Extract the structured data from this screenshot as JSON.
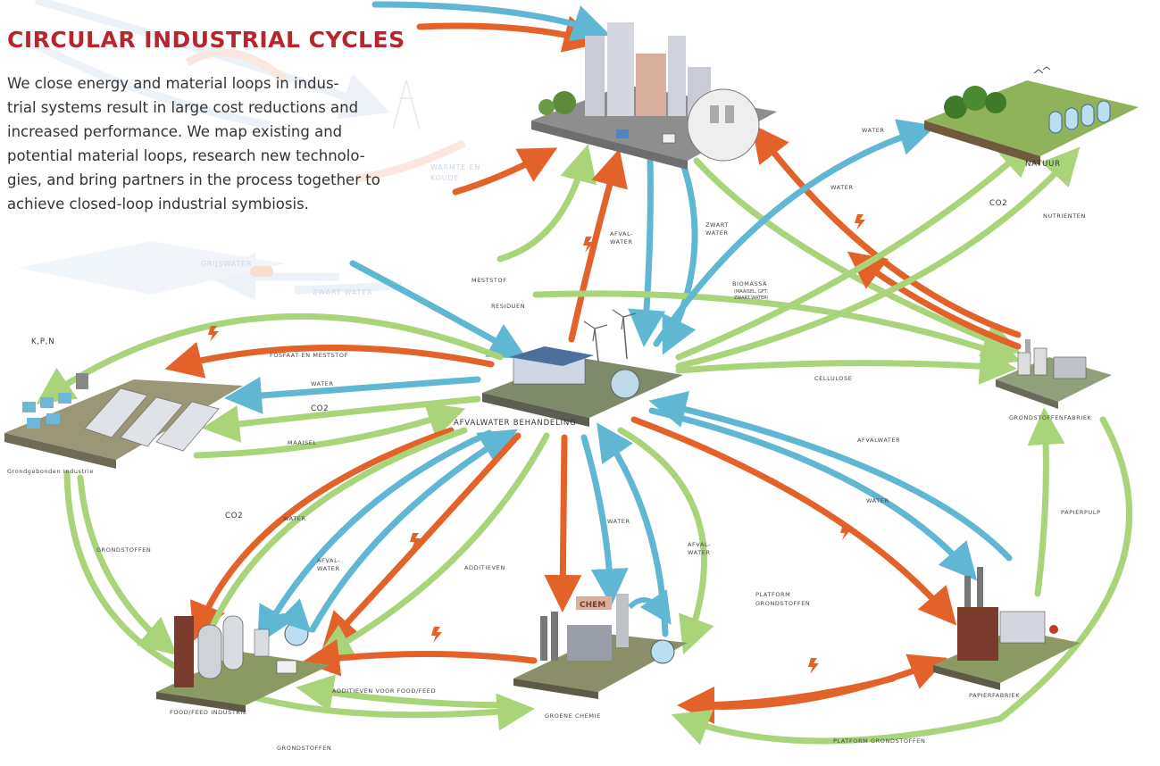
{
  "header": {
    "title": "CIRCULAR INDUSTRIAL CYCLES",
    "intro_lines": [
      "We close energy and material loops in indus-",
      "trial systems result in large cost reductions and",
      "increased performance. We map existing and",
      "potential material loops, research new technolo-",
      "gies, and bring partners in the process together to",
      "achieve closed-loop industrial symbiosis."
    ]
  },
  "colors": {
    "energy": "#e2622a",
    "water": "#5fb7d4",
    "material": "#a9d47a",
    "title": "#b7262c"
  },
  "nodes": {
    "wwtp": "AFVALWATER BEHANDELING",
    "natuur": "NATUUR",
    "grondstoffenfabriek": "GRONDSTOFFENFABRIEK",
    "grondgebonden": "Grondgebonden Industrie",
    "food": "FOOD/FEED INDUSTRIE",
    "chemie": "GROENE CHEMIE",
    "papier": "PAPIERFABRIEK",
    "chem_sign": "CHEM"
  },
  "flows": {
    "water_top": "WATER",
    "water_mid": "WATER",
    "co2_nature": "CO2",
    "nutrienten": "NUTRIENTEN",
    "zwart_water": [
      "ZWART",
      "WATER"
    ],
    "afvalwater_top": [
      "AFVAL-",
      "WATER"
    ],
    "meststof": "MESTSTOF",
    "residuen": "RESIDUEN",
    "biomassa": [
      "BIOMASSA",
      "(MAAISEL, GFT,",
      "ZWART WATER)"
    ],
    "kpn": "K,P,N",
    "fosfaat": "FOSFAAT EN MESTSTOF",
    "water_left": "WATER",
    "co2_left": "CO2",
    "maaisel": "MAAISEL",
    "cellulose": "CELLULOSE",
    "afvalwater_right": "AFVALWATER",
    "water_right": "WATER",
    "papierpulp": "PAPIERPULP",
    "grondstoffen_left": "GRONDSTOFFEN",
    "co2_food": "CO2",
    "water_food": "WATER",
    "afvalwater_food": [
      "AFVAL-",
      "WATER"
    ],
    "additieven": "ADDITIEVEN",
    "water_chem": "WATER",
    "afvalwater_chem": [
      "AFVAL-",
      "WATER"
    ],
    "platform_mid": [
      "PLATFORM",
      "GRONDSTOFFEN"
    ],
    "additieven_food": "ADDITIEVEN VOOR FOOD/FEED",
    "grondstoffen_bottom": "GRONDSTOFFEN",
    "platform_bottom": "PLATFORM GRONDSTOFFEN",
    "grijswater": "GRIJSWATER",
    "zwart_water_faint": "ZWART WATER",
    "warmte": [
      "WARMTE EN",
      "KOUDE"
    ]
  }
}
